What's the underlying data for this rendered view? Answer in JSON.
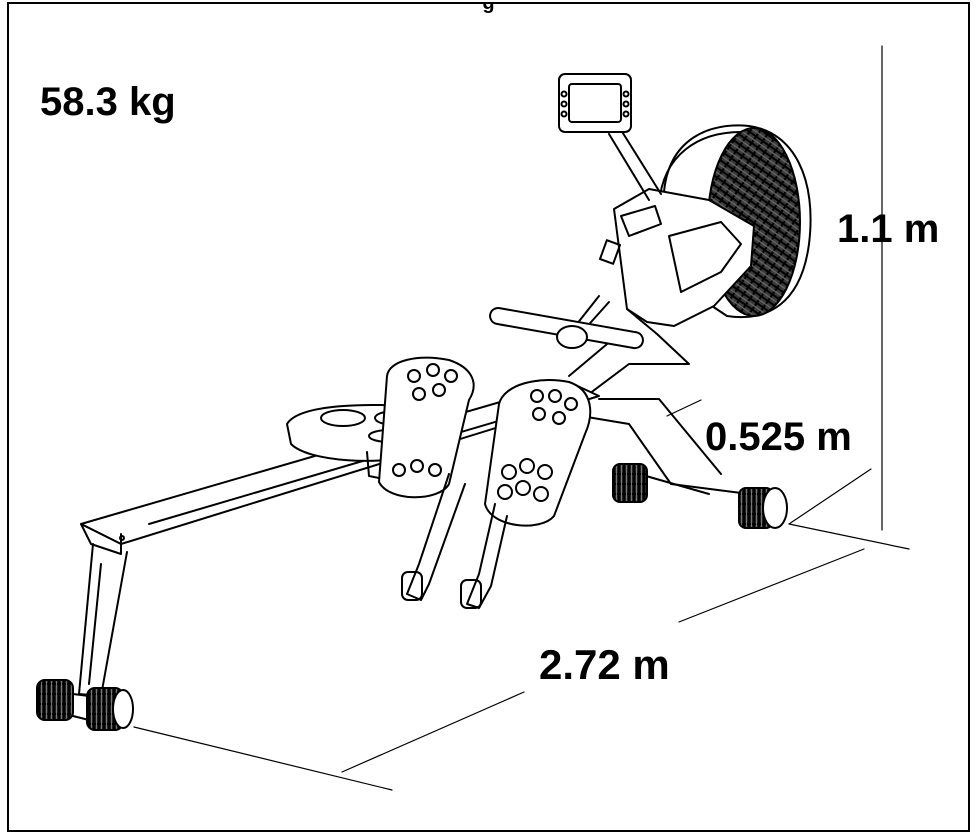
{
  "title_fragment": "g",
  "specs": {
    "weight": "58.3 kg",
    "height": "1.1 m",
    "width": "0.525 m",
    "length": "2.72 m"
  },
  "colors": {
    "line": "#000000",
    "background": "#ffffff",
    "fan_mesh": "#3a3a3a"
  }
}
